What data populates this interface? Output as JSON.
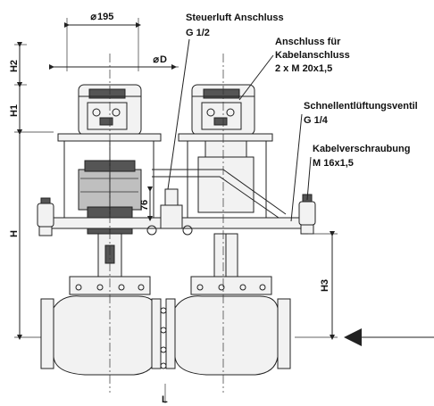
{
  "dimensions": {
    "top_width": "195",
    "actuator_diameter": "D",
    "h_total": "H",
    "h1": "H1",
    "h2": "H2",
    "h3": "H3",
    "offset": "76",
    "length": "L"
  },
  "callouts": {
    "control_air": {
      "title": "Steuerluft Anschluss",
      "value": "G 1/2"
    },
    "cable_connection": {
      "title1": "Anschluss für",
      "title2": "Kabelanschluss",
      "value": "2 x M 20x1,5"
    },
    "quick_vent": {
      "title": "Schnellentlüftungsventil",
      "value": "G 1/4"
    },
    "cable_gland": {
      "title": "Kabelverschraubung",
      "value": "M 16x1,5"
    }
  },
  "symbols": {
    "diameter": "⌀",
    "flow_direction": "flow-arrow-left"
  }
}
